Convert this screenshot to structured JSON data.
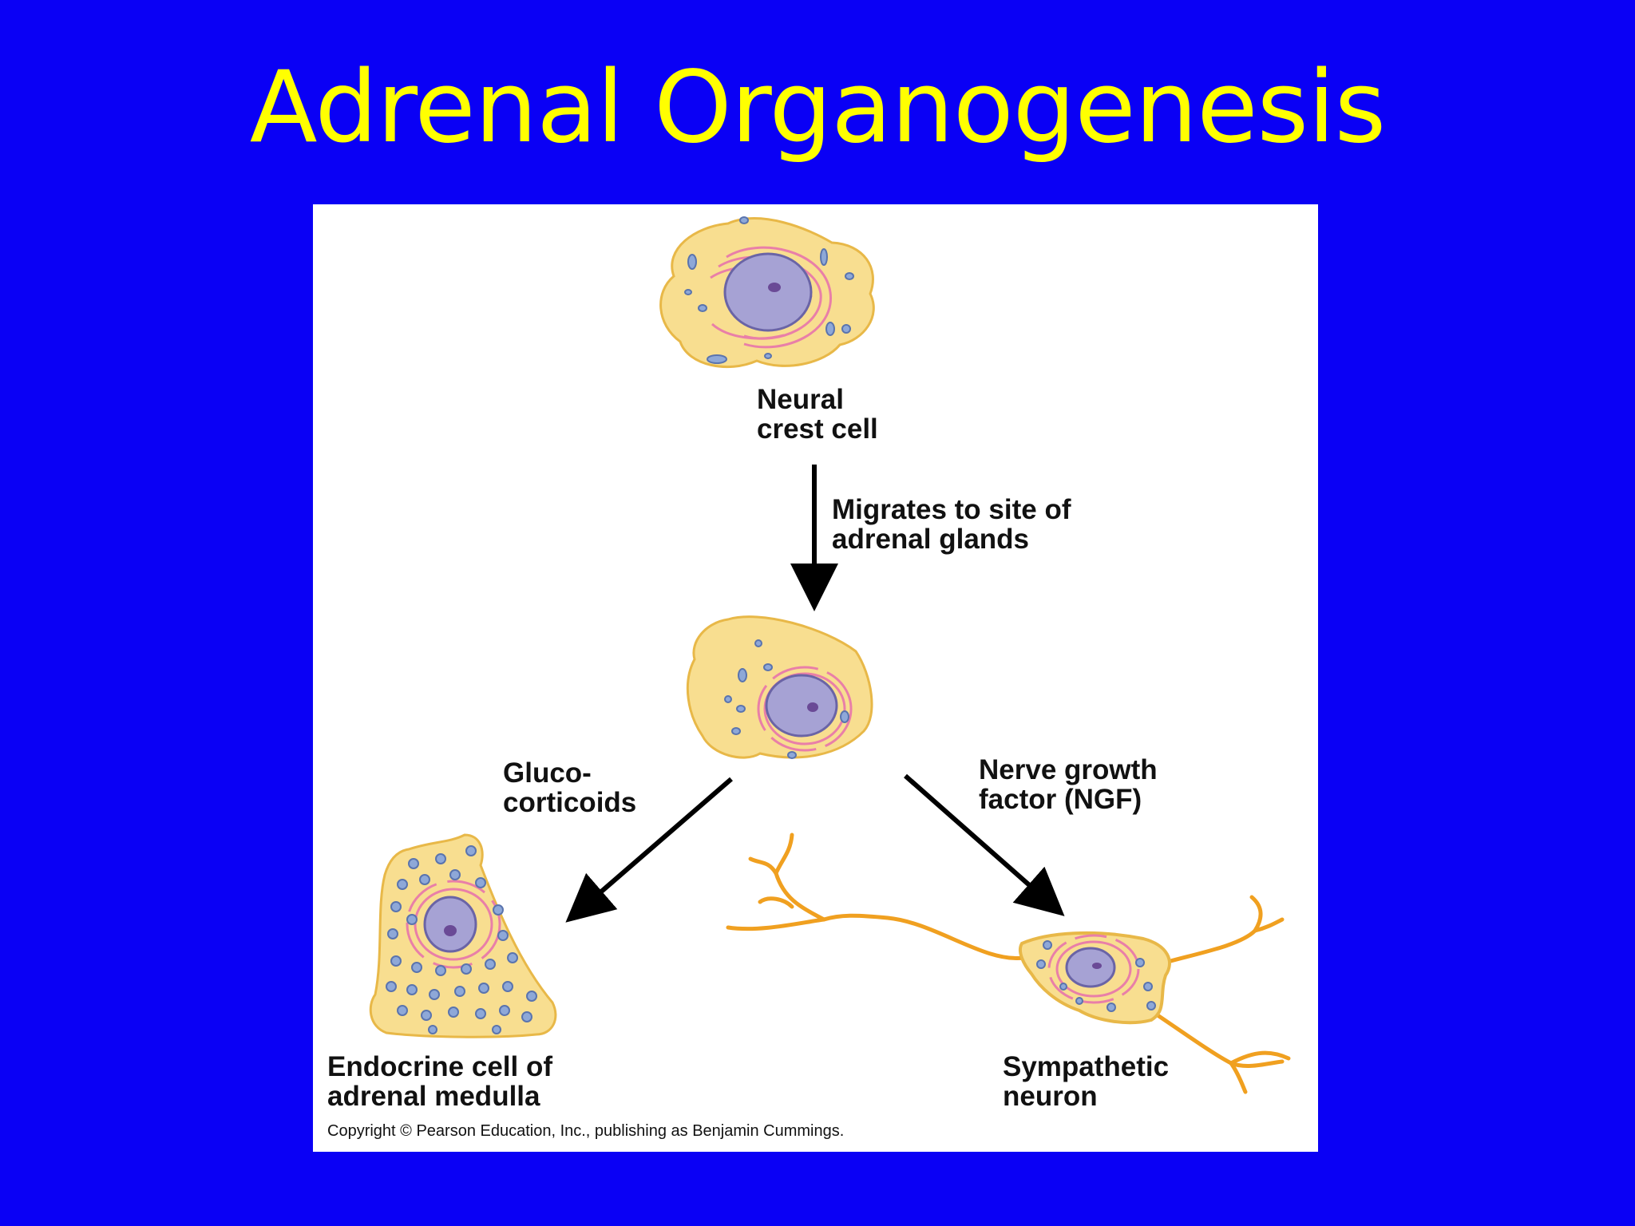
{
  "slide": {
    "title": "Adrenal Organogenesis",
    "background_color": "#0a00f5",
    "title_color": "#ffff00"
  },
  "diagram": {
    "cells": {
      "neural_crest": {
        "line1": "Neural",
        "line2": "crest cell"
      },
      "endocrine": {
        "line1": "Endocrine cell of",
        "line2": "adrenal medulla"
      },
      "neuron": {
        "line1": "Sympathetic",
        "line2": "neuron"
      }
    },
    "arrows": {
      "migration": {
        "line1": "Migrates to site of",
        "line2": "adrenal glands"
      },
      "glucocorticoids": {
        "line1": "Gluco-",
        "line2": "corticoids"
      },
      "ngf": {
        "line1": "Nerve growth",
        "line2": "factor (NGF)"
      }
    },
    "copyright": "Copyright © Pearson Education, Inc., publishing as Benjamin Cummings.",
    "colors": {
      "cytoplasm": "#f8de90",
      "cell_outline": "#e8b848",
      "nucleus": "#a6a2d4",
      "er": "#e97fa8",
      "vesicle": "#8ea8d8",
      "axon": "#f0a020"
    }
  }
}
